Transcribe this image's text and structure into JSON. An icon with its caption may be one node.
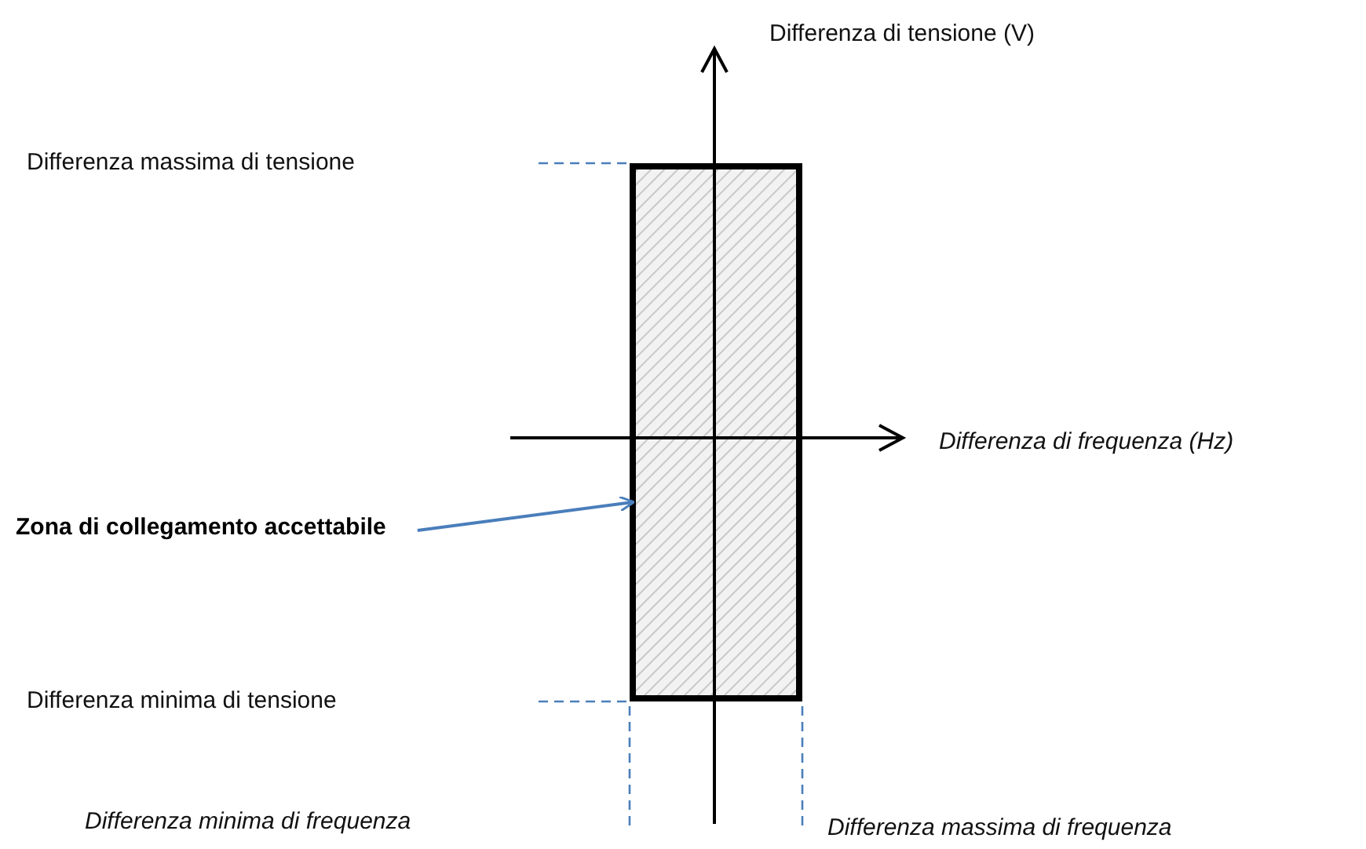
{
  "diagram": {
    "nodes": [
      {
        "text": [
          "Zona di collegamento accettabile"
        ]
      },
      {
        "text": [],
        "shape": "box"
      }
    ],
    "edges": [
      {
        "from": 0,
        "to": 1,
        "arrow": "to",
        "color": "#4a7ebb"
      }
    ],
    "labels": [
      "Differenza di tensione (V)",
      "Differenza massima di tensione",
      "Differenza di frequenza (Hz)",
      "Differenza minima di tensione",
      "Differenza minima di frequenza",
      "Differenza massima di frequenza"
    ]
  }
}
